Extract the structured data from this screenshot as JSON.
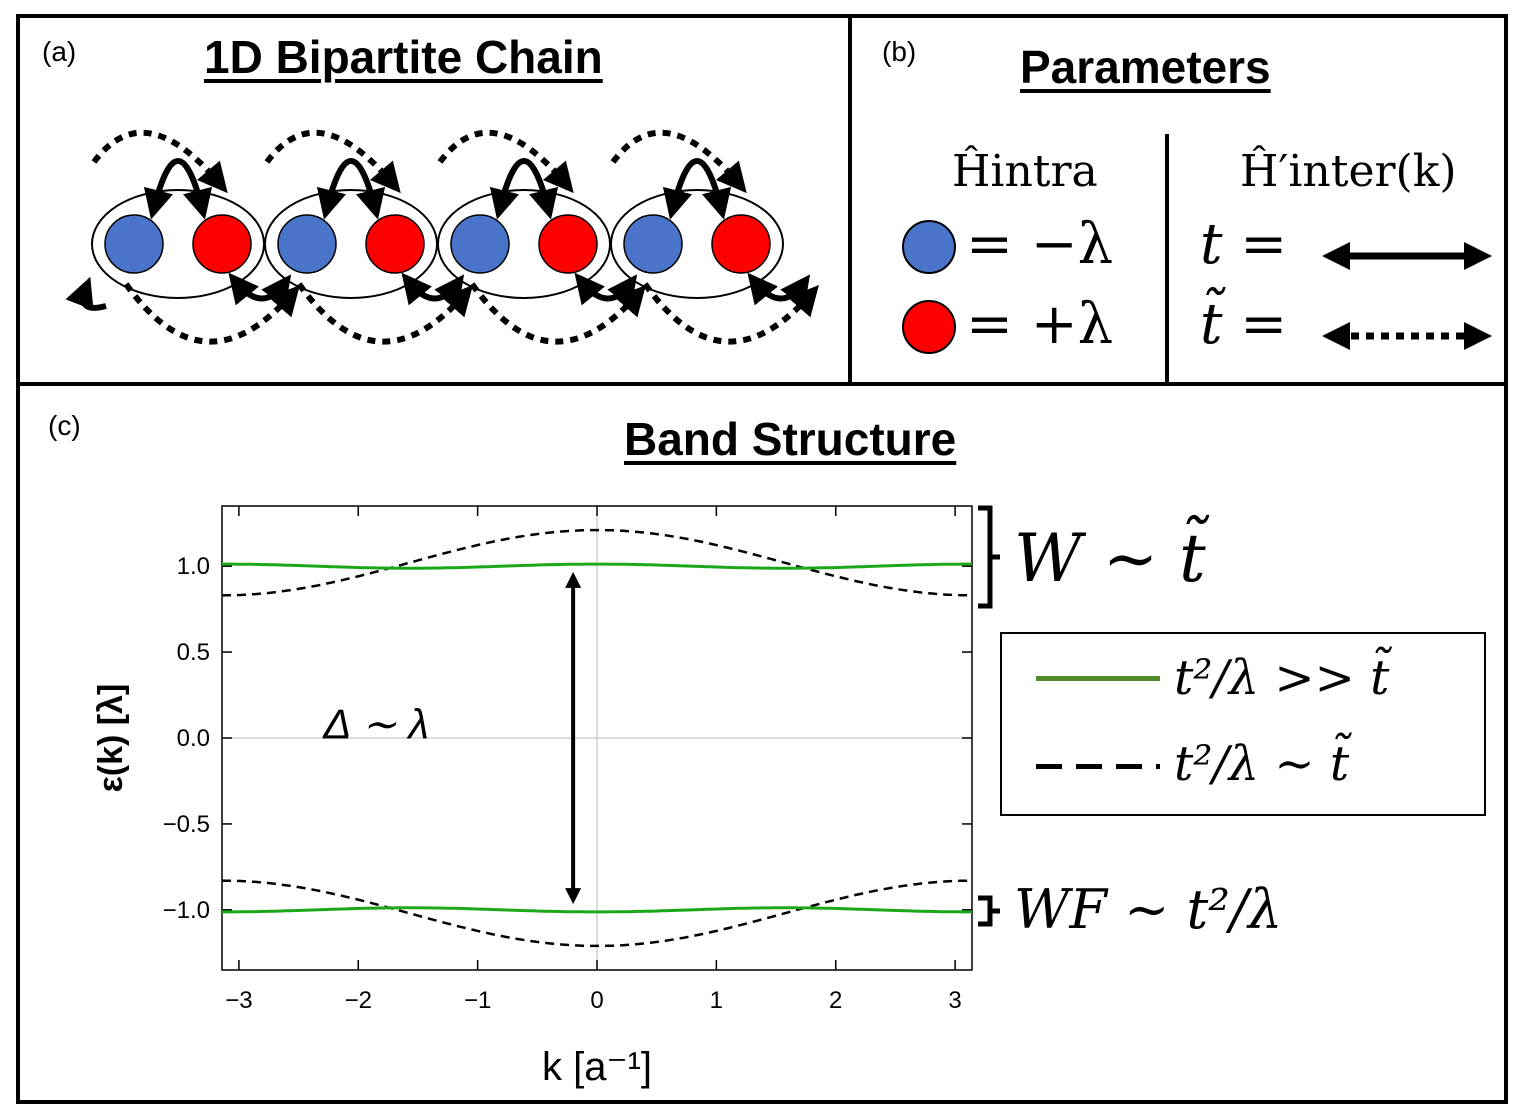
{
  "panel_a": {
    "letter": "(a)",
    "title": "1D Bipartite Chain",
    "colors": {
      "site_a": "#4a74c9",
      "site_b": "#ff0000"
    }
  },
  "panel_b": {
    "letter": "(b)",
    "title": "Parameters",
    "col_intra": "Ĥintra",
    "col_inter": "Ĥ′inter(k)",
    "blue_value": "= −λ",
    "red_value": "= +λ",
    "t_label": "t =",
    "t_tilde_label": "t̃ ="
  },
  "panel_c": {
    "letter": "(c)",
    "title": "Band Structure",
    "gap_label": "Δ ∼ λ",
    "width_top_label": "W ∼ t̃",
    "width_bottom_label": "WF ∼ t²/λ"
  },
  "chart_data": {
    "type": "line",
    "xlabel": "k [a⁻¹]",
    "ylabel": "ε(k) [λ]",
    "xlim": [
      -3.14159,
      3.14159
    ],
    "ylim": [
      -1.35,
      1.35
    ],
    "xticks": [
      "−3",
      "−2",
      "−1",
      "0",
      "1",
      "2",
      "3"
    ],
    "yticks": [
      "−1.0",
      "−0.5",
      "0.0",
      "0.5",
      "1.0"
    ],
    "grid": false,
    "legend_position": "right",
    "series": [
      {
        "name": "t²/λ >> t̃",
        "style": "solid",
        "color": "#1aa81a",
        "upper": {
          "formula": "1.0 + 0.01*cos(2k)"
        },
        "lower": {
          "formula": "-1.0 - 0.01*cos(2k)"
        }
      },
      {
        "name": "t²/λ ∼ t̃",
        "style": "dashed",
        "color": "#000000",
        "upper": {
          "formula": "1.02 + 0.19*cos(k)"
        },
        "lower": {
          "formula": "-1.02 - 0.19*cos(k)"
        }
      }
    ],
    "samples": {
      "k": [
        -3.14,
        -2.36,
        -1.57,
        -0.79,
        0,
        0.79,
        1.57,
        2.36,
        3.14
      ],
      "green_upper": [
        1.01,
        1.0,
        0.99,
        1.0,
        1.01,
        1.0,
        0.99,
        1.0,
        1.01
      ],
      "dashed_upper": [
        0.83,
        0.89,
        1.02,
        1.15,
        1.21,
        1.15,
        1.02,
        0.89,
        0.83
      ]
    }
  }
}
